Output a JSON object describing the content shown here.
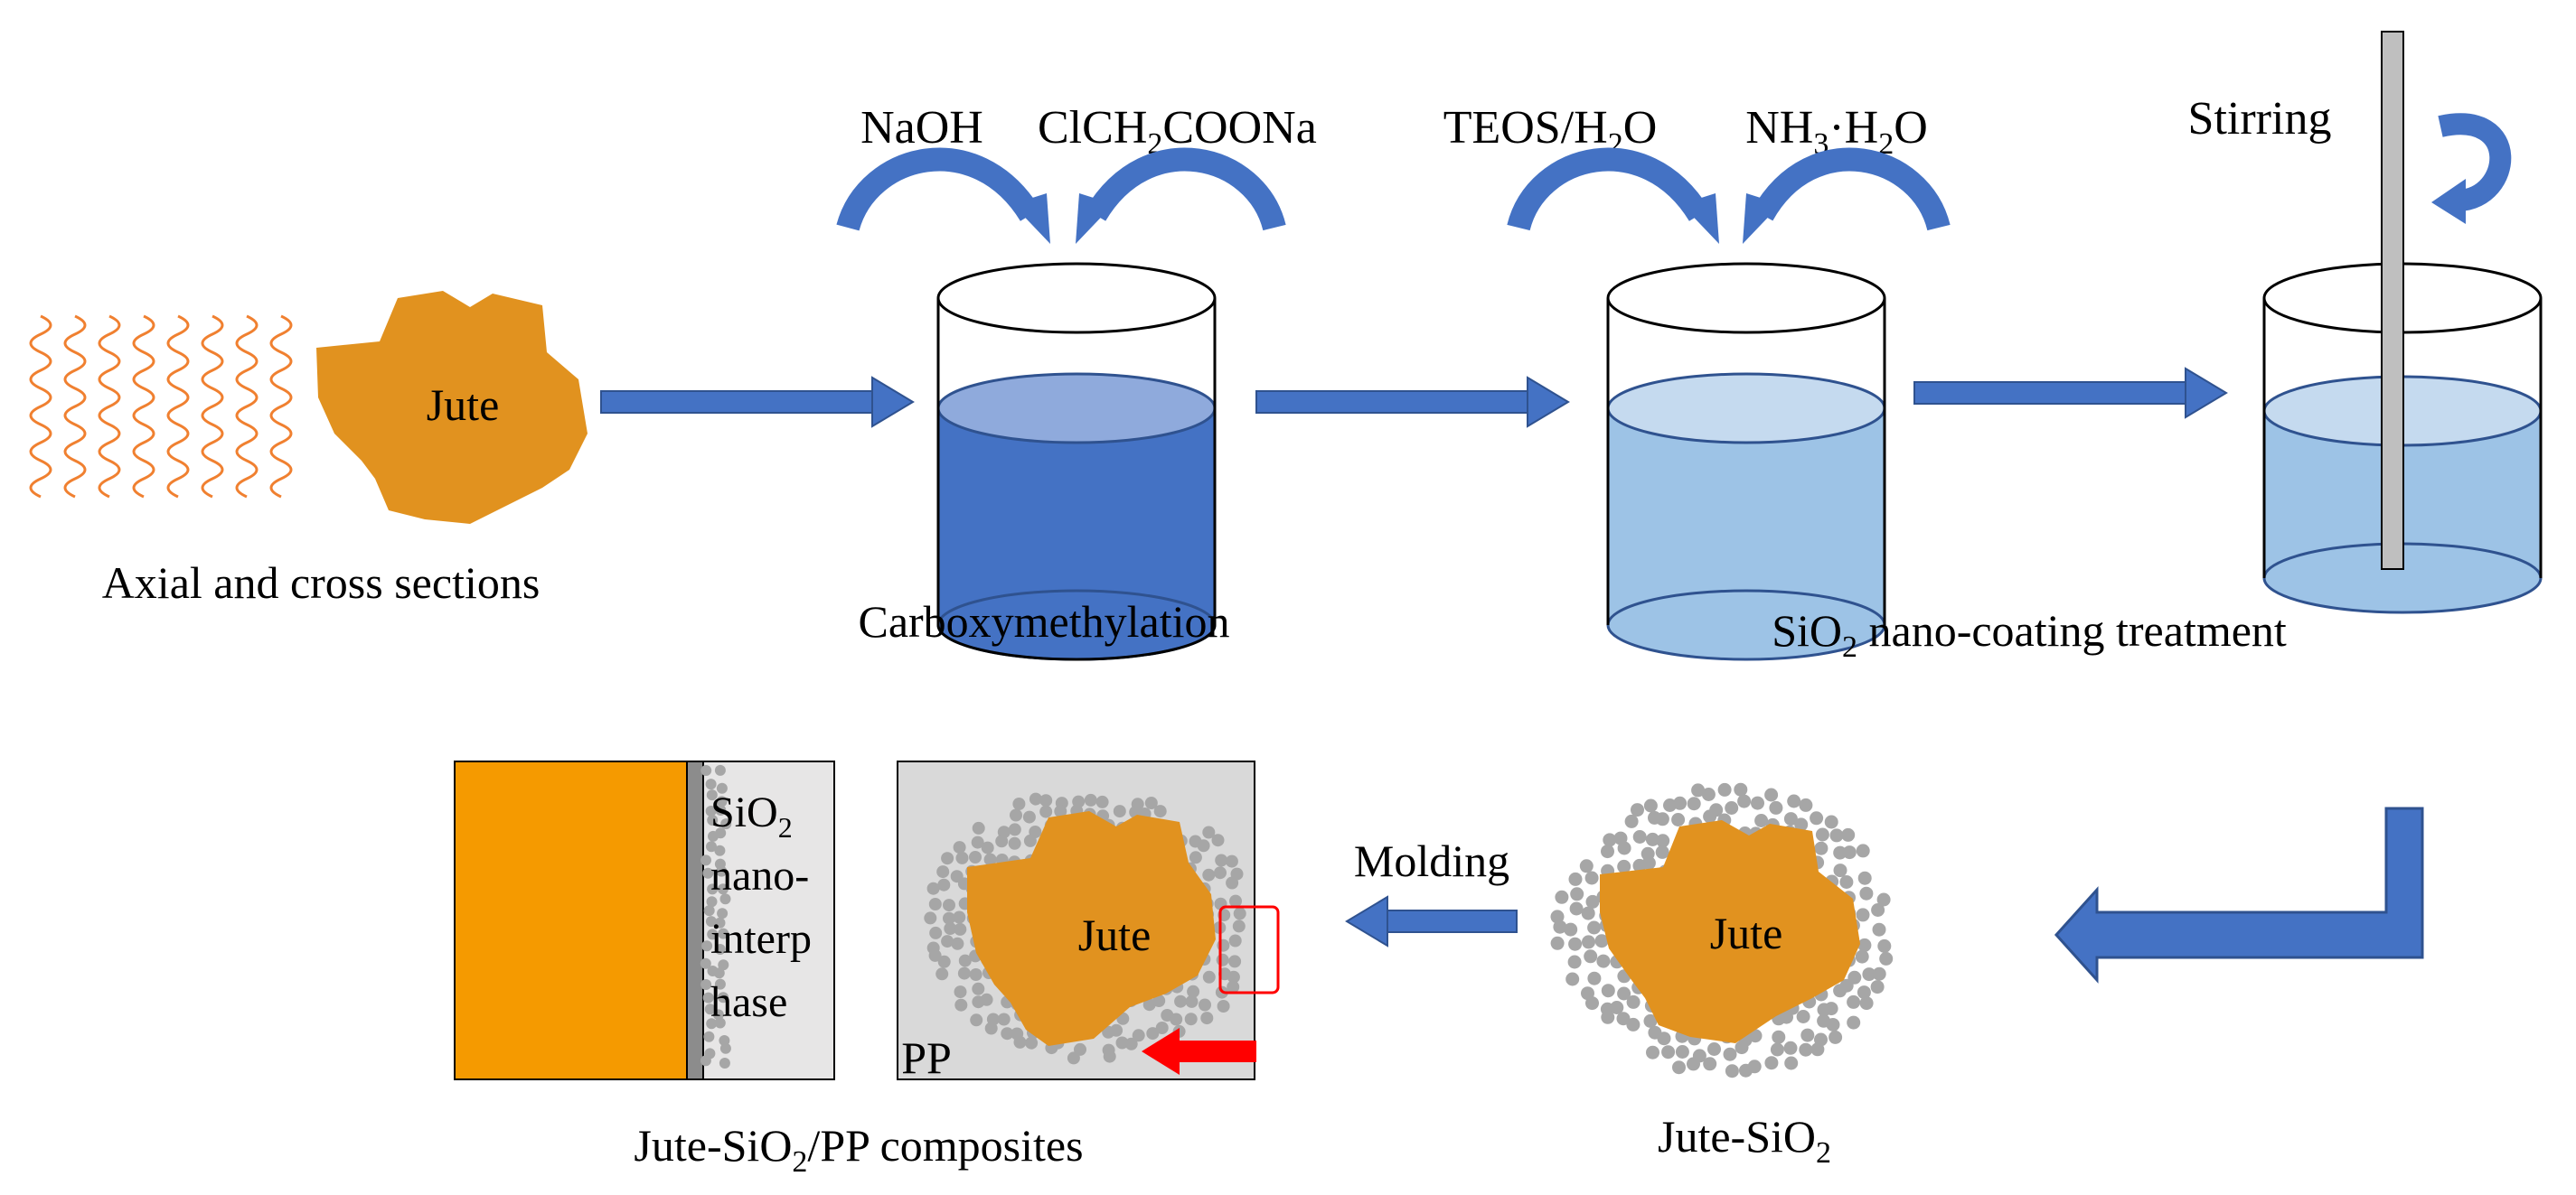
{
  "colors": {
    "jute": "#e1921f",
    "jute_block": "#f59a00",
    "arrow": "#4472c4",
    "arrow_dark": "#2f528f",
    "liquid_dark": "#4472c4",
    "liquid_dark_top": "#8faadc",
    "liquid_light": "#9dc3e6",
    "liquid_light_top": "#c5daef",
    "fiber": "#f08030",
    "particle": "#a6a6a6",
    "pp_box": "#d9d9d9",
    "interphase_box": "#e7e6e6",
    "highlight": "#ff0000"
  },
  "icons": [
    "wavy-fibers-icon",
    "jute-blob-icon",
    "beaker-icon",
    "curved-arrow-icon",
    "stirring-rod-icon",
    "silica-particles-icon",
    "l-shaped-arrow-icon"
  ],
  "stage1": {
    "jute_label": "Jute",
    "caption": "Axial and cross sections"
  },
  "stage2": {
    "reagent_1": "NaOH",
    "reagent_2_pre": "ClCH",
    "reagent_2_sub": "2",
    "reagent_2_post": "COONa",
    "caption": "Carboxymethylation"
  },
  "stage3": {
    "reagent_1_pre": "TEOS/H",
    "reagent_1_sub": "2",
    "reagent_1_post": "O",
    "reagent_2_a": "NH",
    "reagent_2_sub_a": "3",
    "reagent_2_b": "·H",
    "reagent_2_sub_b": "2",
    "reagent_2_c": "O",
    "caption_pre": "SiO",
    "caption_sub": "2",
    "caption_post": " nano-coating treatment"
  },
  "stage4": {
    "stirring_label": "Stirring"
  },
  "stage5": {
    "jute_label": "Jute",
    "caption_pre": "Jute-SiO",
    "caption_sub": "2"
  },
  "molding": {
    "label": "Molding"
  },
  "composite": {
    "jute_label": "Jute",
    "pp_label": "PP",
    "interphase_pre": "SiO",
    "interphase_sub": "2",
    "interphase_lines": [
      "nano-",
      "interp",
      "hase"
    ],
    "caption_pre": "Jute-SiO",
    "caption_sub": "2",
    "caption_post": "/PP composites"
  }
}
